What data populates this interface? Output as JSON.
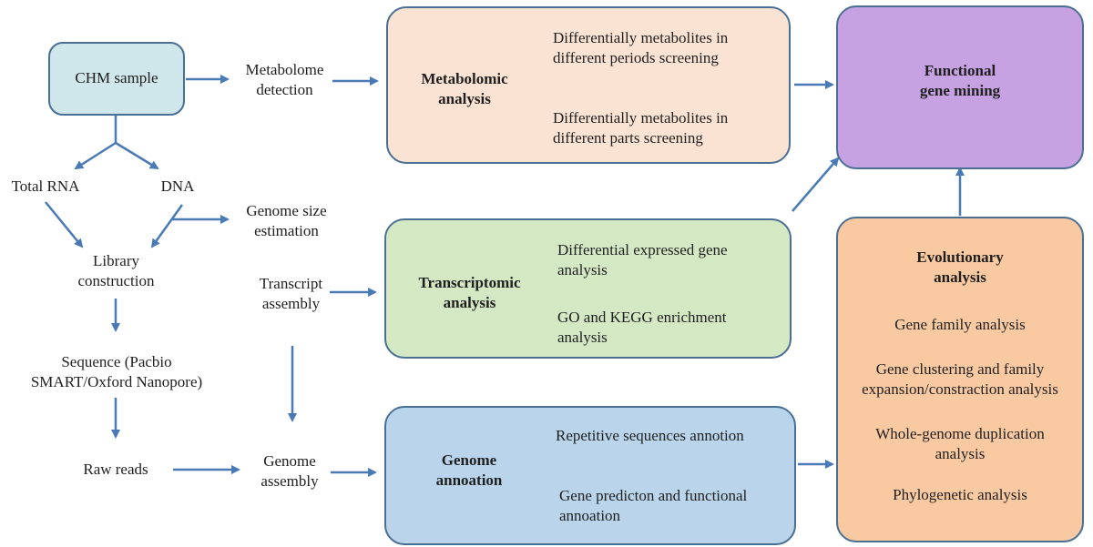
{
  "colors": {
    "arrow": "#4a7ab5",
    "sample_fill": "#cfe6ea",
    "metabolomic_fill": "#fbe3d4",
    "transcriptomic_fill": "#d4e8c4",
    "genome_fill": "#bad5eb",
    "functional_fill": "#c6a2e2",
    "evolutionary_fill": "#f9c9a2",
    "box_border": "#4a6f95"
  },
  "left": {
    "sample": "CHM sample",
    "total_rna": "Total RNA",
    "dna": "DNA",
    "library": "Library\nconstruction",
    "sequence": "Sequence  (Pacbio\nSMART/Oxford Nanopore)",
    "raw_reads": "Raw reads"
  },
  "middle": {
    "metabolome": "Metabolome\ndetection",
    "genome_size": "Genome size\nestimation",
    "transcript": "Transcript\nassembly",
    "genome_assembly": "Genome\nassembly"
  },
  "metabolomic": {
    "title": "Metabolomic\nanalysis",
    "item1": "Differentially metabolites  in\ndifferent periods screening",
    "item2": "Differentially metabolites  in\ndifferent parts screening"
  },
  "transcriptomic": {
    "title": "Transcriptomic\nanalysis",
    "item1": "Differential  expressed gene\nanalysis",
    "item2": "GO and KEGG enrichment\nanalysis"
  },
  "genome": {
    "title": "Genome\nannoation",
    "item1": "Repetitive sequences annotion",
    "item2": "Gene predicton and functional\nannoation"
  },
  "functional": {
    "title": "Functional\ngene mining"
  },
  "evolutionary": {
    "title": "Evolutionary\nanalysis",
    "item1": "Gene family analysis",
    "item2": "Gene clustering and family\nexpansion/constraction  analysis",
    "item3": "Whole-genome  duplication\nanalysis",
    "item4": "Phylogenetic analysis"
  }
}
